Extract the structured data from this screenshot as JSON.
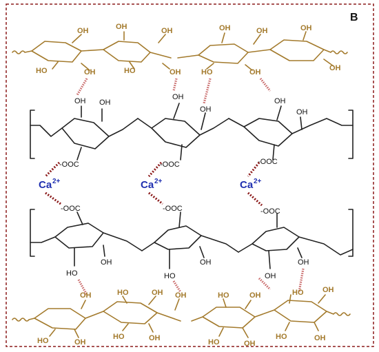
{
  "panel_label": "B",
  "labels": {
    "oh": "OH",
    "ho": "HO",
    "ooc": "OOC",
    "ooc_pre": "-",
    "ca_symbol": "Ca",
    "ca_charge": "2+"
  },
  "colors": {
    "cellulose": "#a37a2c",
    "alginate": "#222222",
    "calcium": "#1f2fb0",
    "hydrogen_bond": "#c96a6a",
    "ionic_bond": "#8b1a1a",
    "frame": "#8b1a1a"
  }
}
